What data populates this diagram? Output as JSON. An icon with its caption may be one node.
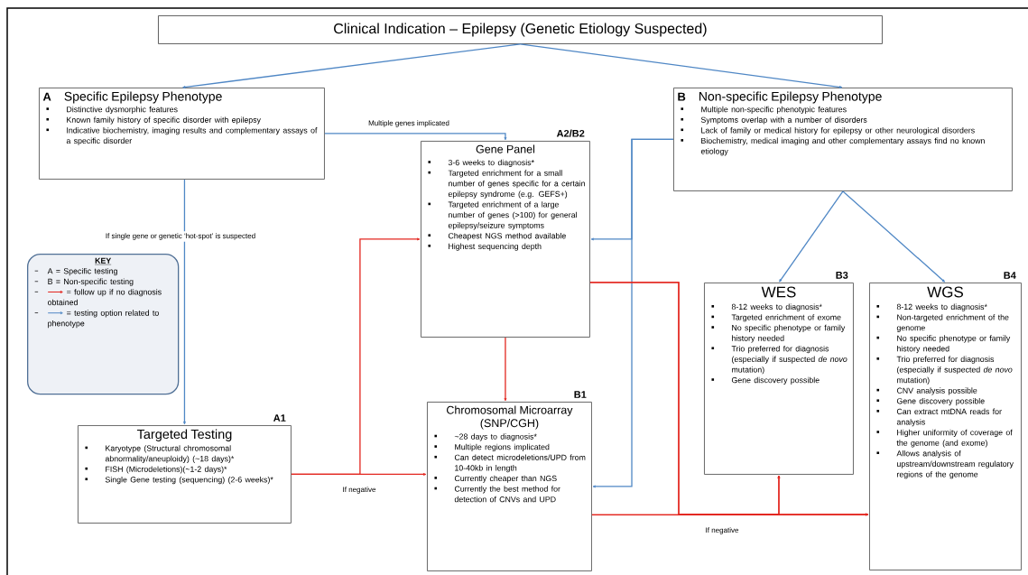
{
  "diagram": {
    "nodes": [
      {
        "text": [
          "Clinical Indication – Epilepsy (Genetic Etiology Suspected)"
        ]
      },
      {
        "text": [
          "A",
          "Specific Epilepsy Phenotype",
          "Distinctive dysmorphic features",
          "Known family history of specific disorder with epilepsy",
          "Indicative biochemistry, imaging results and complementary assays of a specific disorder"
        ]
      },
      {
        "text": [
          "B",
          "Non-specific Epilepsy Phenotype",
          "Multiple non-specific phenotypic features",
          "Symptoms overlap with a number of disorders",
          "Lack of family or medical history for epilepsy or other neurological disorders",
          "Biochemistry, medical imaging and other complementary assays find no known etiology"
        ]
      },
      {
        "text": [
          "Gene Panel",
          "3-6 weeks to diagnosis*",
          "Targeted enrichment for a small number of genes specific for a certain epilepsy syndrome (e.g. GEFS+)",
          "Targeted enrichment of a large number of genes (>100) for general epilepsy/seizure symptoms",
          "Cheapest NGS method available",
          "Highest sequencing depth"
        ],
        "beside": [
          "A2/B2"
        ]
      },
      {
        "text": [
          "KEY",
          "A = Specific testing",
          "B = Non-specific testing",
          "= follow up if no diagnosis obtained",
          "= testing option related to phenotype"
        ]
      },
      {
        "text": [
          "WES",
          "8-12 weeks to diagnosis*",
          "Targeted enrichment of exome",
          "No specific phenotype or family history needed",
          "Trio preferred for diagnosis (especially if suspected *de novo* mutation)",
          "Gene discovery possible"
        ],
        "beside": [
          "B3"
        ]
      },
      {
        "text": [
          "WGS",
          "8-12 weeks to diagnosis*",
          "Non-targeted enrichment of the genome",
          "No specific phenotype or family history needed",
          "Trio preferred for diagnosis (especially if suspected *de novo* mutation)",
          "CNV analysis possible",
          "Gene discovery possible",
          "Can extract mtDNA reads for analysis",
          "Higher uniformity of coverage of the genome (and exome)",
          "Allows analysis of upstream/downstream regulatory regions of the genome"
        ],
        "beside": [
          "B4"
        ]
      },
      {
        "text": [
          "Targeted Testing",
          "Karyotype (Structural chromosomal abnormality/aneuploidy) (~18 days)*",
          "FISH (Microdeletions)(~1-2 days)*",
          "Single Gene testing (sequencing) (2-6 weeks)*"
        ],
        "beside": [
          "A1"
        ]
      },
      {
        "text": [
          "Chromosomal Microarray (SNP/CGH)",
          "~28 days to diagnosis*",
          "Multiple regions implicated",
          "Can detect microdeletions/UPD from 10-40kb in length",
          "Currently cheaper than NGS",
          "Currently the best method for detection of CNVs and UPD"
        ],
        "beside": [
          "B1"
        ]
      }
    ],
    "edges": [
      {
        "from": 0,
        "to": 1,
        "arrow": "to"
      },
      {
        "from": 0,
        "to": 2,
        "arrow": "to"
      },
      {
        "from": 1,
        "to": 3,
        "arrow": "to",
        "label": "Multiple genes implicated"
      },
      {
        "from": 1,
        "to": 7,
        "arrow": "to",
        "label": "If single gene or genetic ‘hot-spot’ is suspected"
      },
      {
        "from": 2,
        "to": 3,
        "arrow": "to"
      },
      {
        "from": 2,
        "to": 8,
        "arrow": "to"
      },
      {
        "from": 2,
        "to": 5,
        "arrow": "to"
      },
      {
        "from": 2,
        "to": 6,
        "arrow": "to"
      },
      {
        "from": 7,
        "to": 3,
        "arrow": "to",
        "color": "#e3261f"
      },
      {
        "from": 7,
        "to": 8,
        "arrow": "to",
        "color": "#e3261f",
        "label": "If negative"
      },
      {
        "from": 3,
        "to": 8,
        "arrow": "to",
        "color": "#e3261f"
      },
      {
        "from": 3,
        "to": 5,
        "arrow": "to",
        "color": "#e3261f"
      },
      {
        "from": 3,
        "to": 6,
        "arrow": "to",
        "color": "#e3261f"
      },
      {
        "from": 8,
        "to": 5,
        "arrow": "to",
        "color": "#e3261f"
      },
      {
        "from": 8,
        "to": 6,
        "arrow": "to",
        "color": "#e3261f",
        "label": "If negative"
      }
    ]
  }
}
